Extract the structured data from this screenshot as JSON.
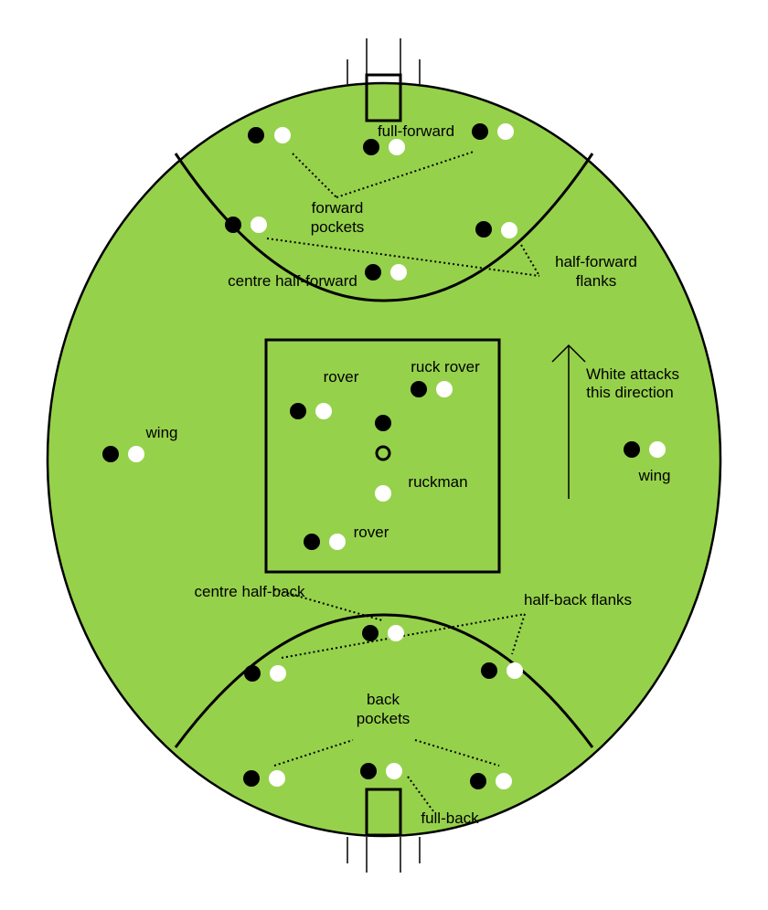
{
  "colors": {
    "field": "#96d14b",
    "line": "#000000",
    "team_black": "#000000",
    "team_white": "#ffffff"
  },
  "labels": {
    "full_forward": "full-forward",
    "forward_pockets_1": "forward",
    "forward_pockets_2": "pockets",
    "half_forward_flanks_1": "half-forward",
    "half_forward_flanks_2": "flanks",
    "centre_half_forward": "centre half-forward",
    "rover_top": "rover",
    "ruck_rover": "ruck rover",
    "attack_1": "White attacks",
    "attack_2": "this direction",
    "wing_left": "wing",
    "wing_right": "wing",
    "ruckman": "ruckman",
    "rover_bottom": "rover",
    "centre_half_back": "centre half-back",
    "half_back_flanks": "half-back flanks",
    "back_pockets_1": "back",
    "back_pockets_2": "pockets",
    "full_back": "full-back"
  },
  "legend_icons": {
    "black_player": "black-player-dot",
    "white_player": "white-player-dot",
    "ball": "ball-ring",
    "arrow": "arrow-up-icon"
  }
}
